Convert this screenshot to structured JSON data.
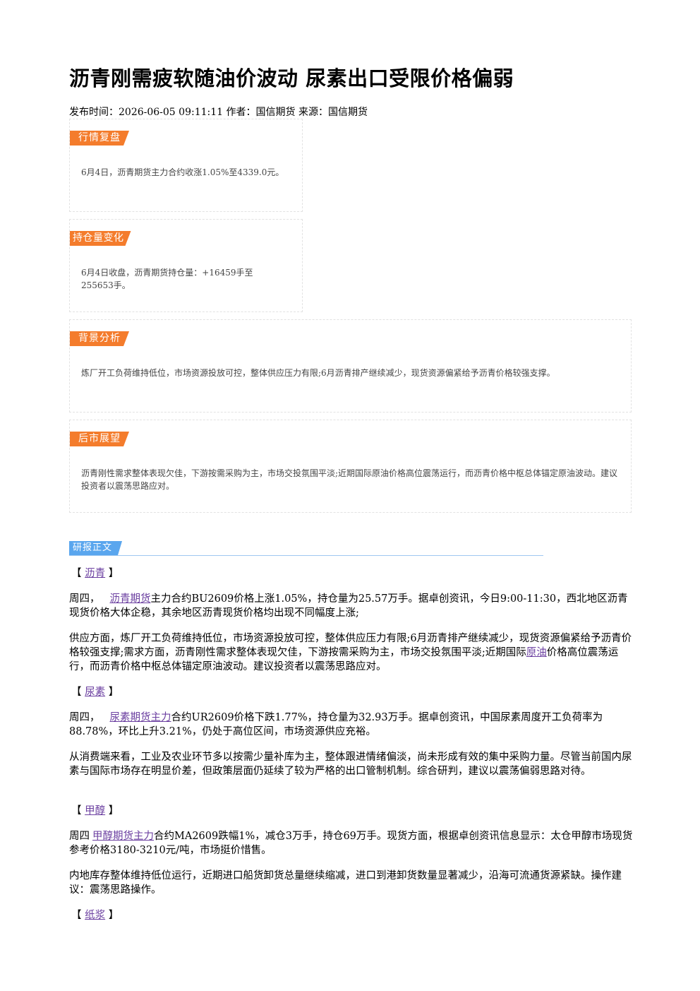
{
  "article": {
    "title": "沥青刚需疲软随油价波动 尿素出口受限价格偏弱",
    "meta": "发布时间：2026-06-05 09:11:11 作者：国信期货 来源：国信期货"
  },
  "cards": {
    "market": {
      "tag": "行情复盘",
      "text": "6月4日，沥青期货主力合约收涨1.05%至4339.0元。"
    },
    "position": {
      "tag": "持仓量变化",
      "text": "6月4日收盘，沥青期货持仓量：+16459手至255653手。"
    },
    "background": {
      "tag": "背景分析",
      "text": "炼厂开工负荷维持低位，市场资源投放可控，整体供应压力有限;6月沥青排产继续减少，现货资源偏紧给予沥青价格较强支撑。"
    },
    "outlook": {
      "tag": "后市展望",
      "text": "沥青刚性需求整体表现欠佳，下游按需采购为主，市场交投氛围平淡;近期国际原油价格高位震荡运行，而沥青价格中枢总体锚定原油波动。建议投资者以震荡思路应对。"
    }
  },
  "report": {
    "heading": "研报正文",
    "asphalt": {
      "bracket_open": "【",
      "bracket_close": "】",
      "name": "沥青",
      "p1_lead": "周四，",
      "p1_link": "沥青期货",
      "p1_rest": "主力合约BU2609价格上涨1.05%，持仓量为25.57万手。据卓创资讯，今日9:00-11:30，西北地区沥青现货价格大体企稳，其余地区沥青现货价格均出现不同幅度上涨;",
      "p2_lead": "供应方面，炼厂开工负荷维持低位，市场资源投放可控，整体供应压力有限;6月沥青排产继续减少，现货资源偏紧给予沥青价格较强支撑;需求方面，沥青刚性需求整体表现欠佳，下游按需采购为主，市场交投氛围平淡;近期国际",
      "p2_link": "原油",
      "p2_rest": "价格高位震荡运行，而沥青价格中枢总体锚定原油波动。建议投资者以震荡思路应对。"
    },
    "urea": {
      "name": "尿素",
      "p1_lead": "周四，",
      "p1_link": "尿素期货主力",
      "p1_rest": "合约UR2609价格下跌1.77%，持仓量为32.93万手。据卓创资讯，中国尿素周度开工负荷率为88.78%，环比上升3.21%，仍处于高位区间，市场资源供应充裕。",
      "p2": "从消费端来看，工业及农业环节多以按需少量补库为主，整体跟进情绪偏淡，尚未形成有效的集中采购力量。尽管当前国内尿素与国际市场存在明显价差，但政策层面仍延续了较为严格的出口管制机制。综合研判，建议以震荡偏弱思路对待。"
    },
    "methanol": {
      "name": "甲醇",
      "p1_lead": "周四",
      "p1_link": "甲醇期货主力",
      "p1_rest": "合约MA2609跌幅1%，减仓3万手，持仓69万手。现货方面，根据卓创资讯信息显示：太仓甲醇市场现货参考价格3180-3210元/吨，市场挺价惜售。",
      "p2": "内地库存整体维持低位运行，近期进口船货卸货总量继续缩减，进口到港卸货数量显著减少，沿海可流通货源紧缺。操作建议：震荡思路操作。"
    },
    "pulp": {
      "name": "纸浆"
    }
  }
}
